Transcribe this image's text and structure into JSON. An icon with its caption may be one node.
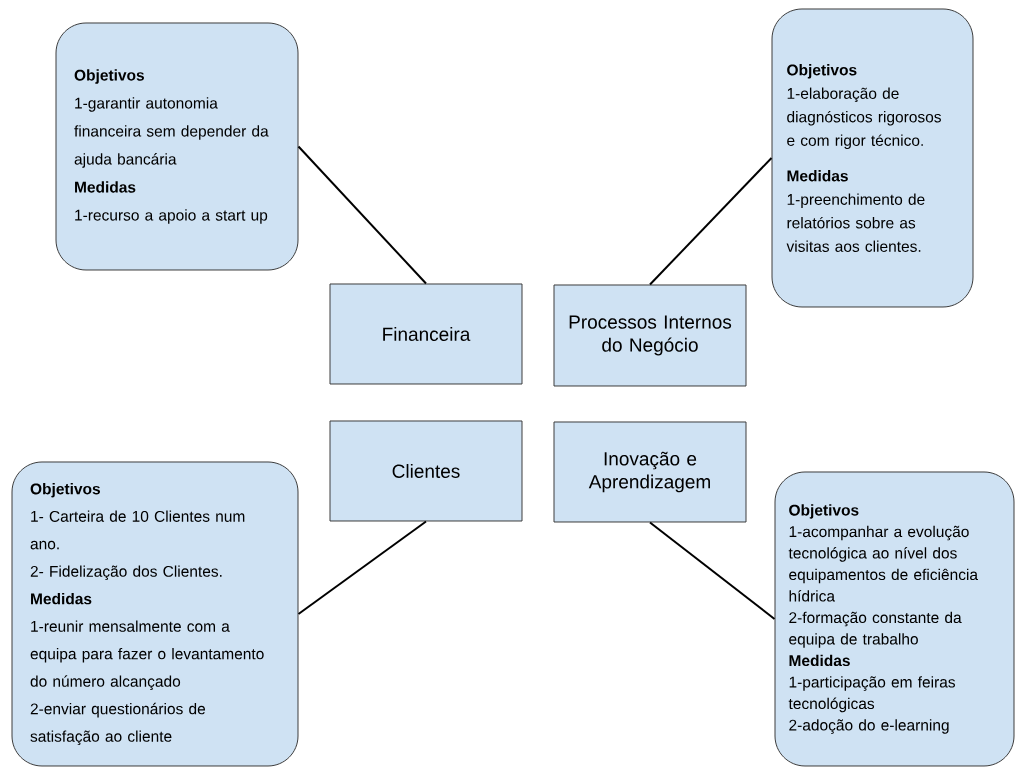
{
  "diagram": {
    "nodes": [
      {
        "text": [
          "Objetivos",
          "1-garantir autonomia financeira sem depender da ajuda bancária",
          "Medidas",
          "1-recurso a apoio a start up"
        ]
      },
      {
        "text": [
          "Objetivos",
          "1-elaboração de diagnósticos rigorosos e com rigor técnico.",
          "Medidas",
          "1-preenchimento de relatórios sobre as visitas aos clientes."
        ]
      },
      {
        "text": [
          "Financeira"
        ]
      },
      {
        "text": [
          "Processos Internos do Negócio"
        ]
      },
      {
        "text": [
          "Clientes"
        ]
      },
      {
        "text": [
          "Inovação e Aprendizagem"
        ]
      },
      {
        "text": [
          "Objetivos",
          "1- Carteira de 10 Clientes num ano.",
          "2- Fidelização dos Clientes.",
          "Medidas",
          "1-reunir mensalmente com a equipa para fazer o levantamento do número alcançado",
          "2-enviar questionários de satisfação ao cliente"
        ]
      },
      {
        "text": [
          "Objetivos",
          "1-acompanhar a evolução tecnológica ao nível dos equipamentos de eficiência hídrica",
          "2-formação constante da equipa de trabalho",
          "Medidas",
          "1-participação em feiras tecnológicas",
          "2-adoção do e-learning"
        ]
      }
    ],
    "edges": [
      {
        "from": 0,
        "to": 2,
        "arrow": "none"
      },
      {
        "from": 3,
        "to": 1,
        "arrow": "none"
      },
      {
        "from": 4,
        "to": 6,
        "arrow": "none"
      },
      {
        "from": 5,
        "to": 7,
        "arrow": "none"
      }
    ]
  }
}
